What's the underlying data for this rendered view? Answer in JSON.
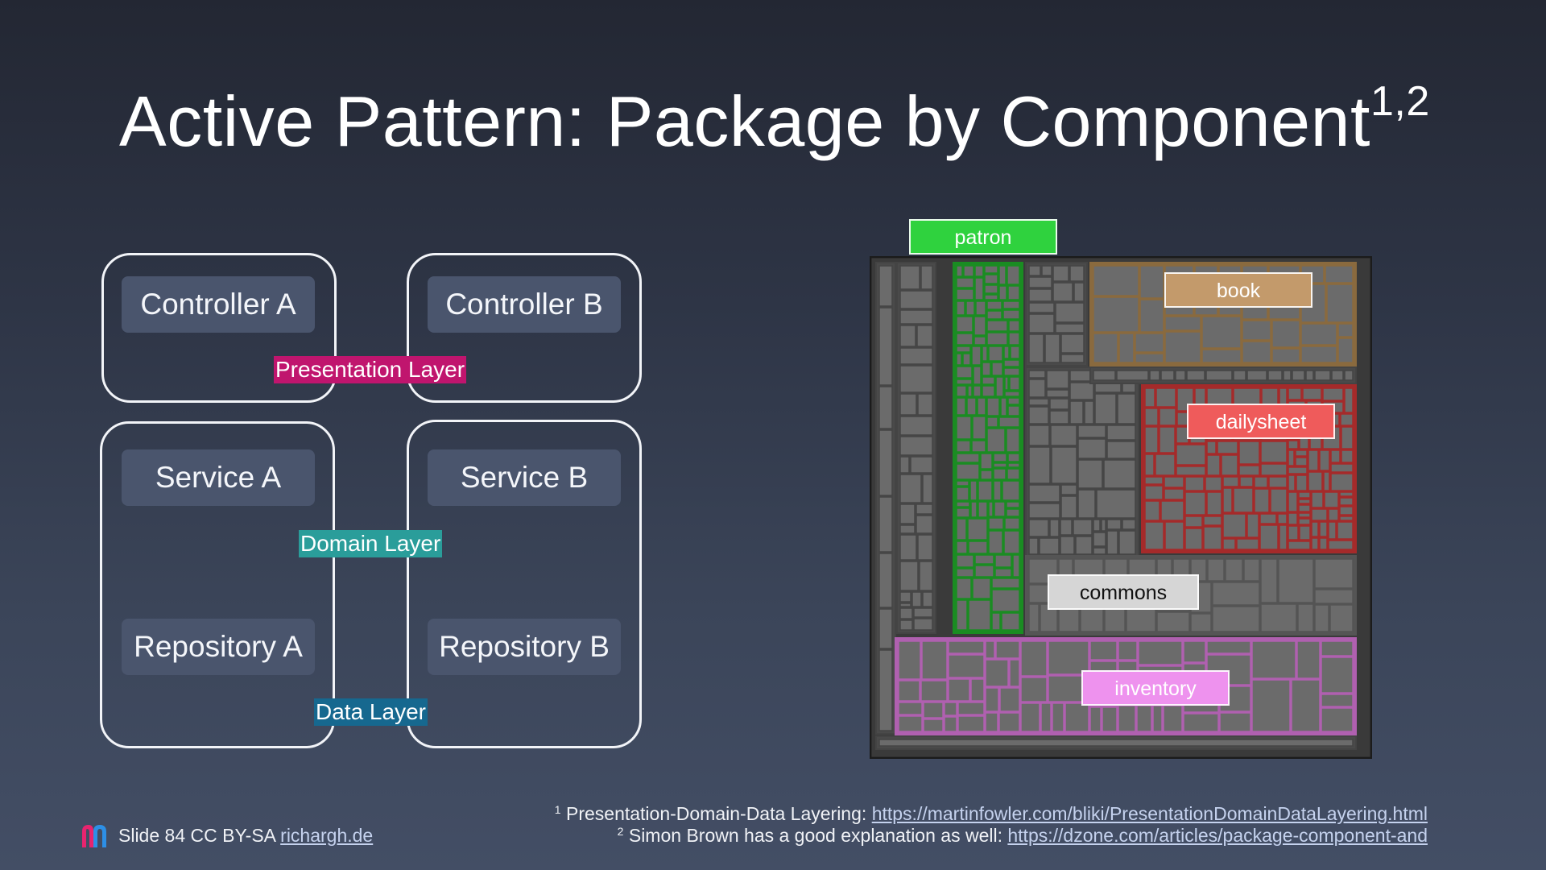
{
  "slide": {
    "title": "Active Pattern: Package by Component",
    "title_sup": "1,2"
  },
  "diagram": {
    "controllers": [
      "Controller A",
      "Controller B"
    ],
    "services": [
      "Service A",
      "Service B"
    ],
    "repositories": [
      "Repository A",
      "Repository B"
    ],
    "layers": {
      "presentation": "Presentation Layer",
      "domain": "Domain Layer",
      "data": "Data Layer"
    },
    "layer_colors": {
      "presentation": "#c0156e",
      "domain": "#2a9d9a",
      "data": "#16688f"
    }
  },
  "treemap": {
    "packages": {
      "patron": "patron",
      "book": "book",
      "dailysheet": "dailysheet",
      "commons": "commons",
      "inventory": "inventory"
    },
    "colors": {
      "patron": "#2fd23e",
      "book": "#c39a6b",
      "dailysheet": "#ef5b5b",
      "commons": "#d6d6d6",
      "inventory": "#ee92ee"
    }
  },
  "footer": {
    "slide_info": "Slide 84 CC BY-SA",
    "author_link": "richargh.de",
    "fn1_num": "1",
    "fn1_text": "Presentation-Domain-Data Layering:",
    "fn1_link": "https://martinfowler.com/bliki/PresentationDomainDataLayering.html",
    "fn2_num": "2",
    "fn2_text": "Simon Brown has a good explanation as well:",
    "fn2_link": "https://dzone.com/articles/package-component-and"
  }
}
